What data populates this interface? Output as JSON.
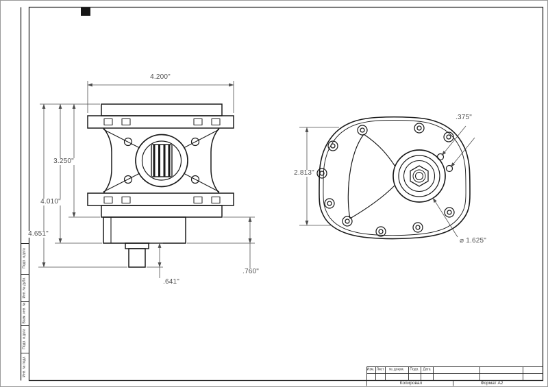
{
  "colors": {
    "object_line": "#1a1a1a",
    "dimension_line": "#4d4d4d",
    "frame_line": "#2a2a2a"
  },
  "side_view": {
    "width": "4.200\"",
    "plate_height": "3.250\"",
    "block_height": "4.010\"",
    "overall_height": "4.651\"",
    "stub_length": ".641\"",
    "step_height": ".760\""
  },
  "end_view": {
    "height": "2.813\"",
    "hole_offset": ".375\"",
    "pilot_diameter": "⌀ 1.625\""
  },
  "frame": {
    "side_labels": [
      "Подп. и дата",
      "Инв. № дубл.",
      "Взам. инв. №",
      "Подп. и дата",
      "Инв. № подл."
    ],
    "revision_columns": [
      "Изм.",
      "Лист",
      "№ докум.",
      "Подп.",
      "Дата"
    ],
    "footer_copy": "Копировал",
    "footer_format": "Формат А2"
  }
}
